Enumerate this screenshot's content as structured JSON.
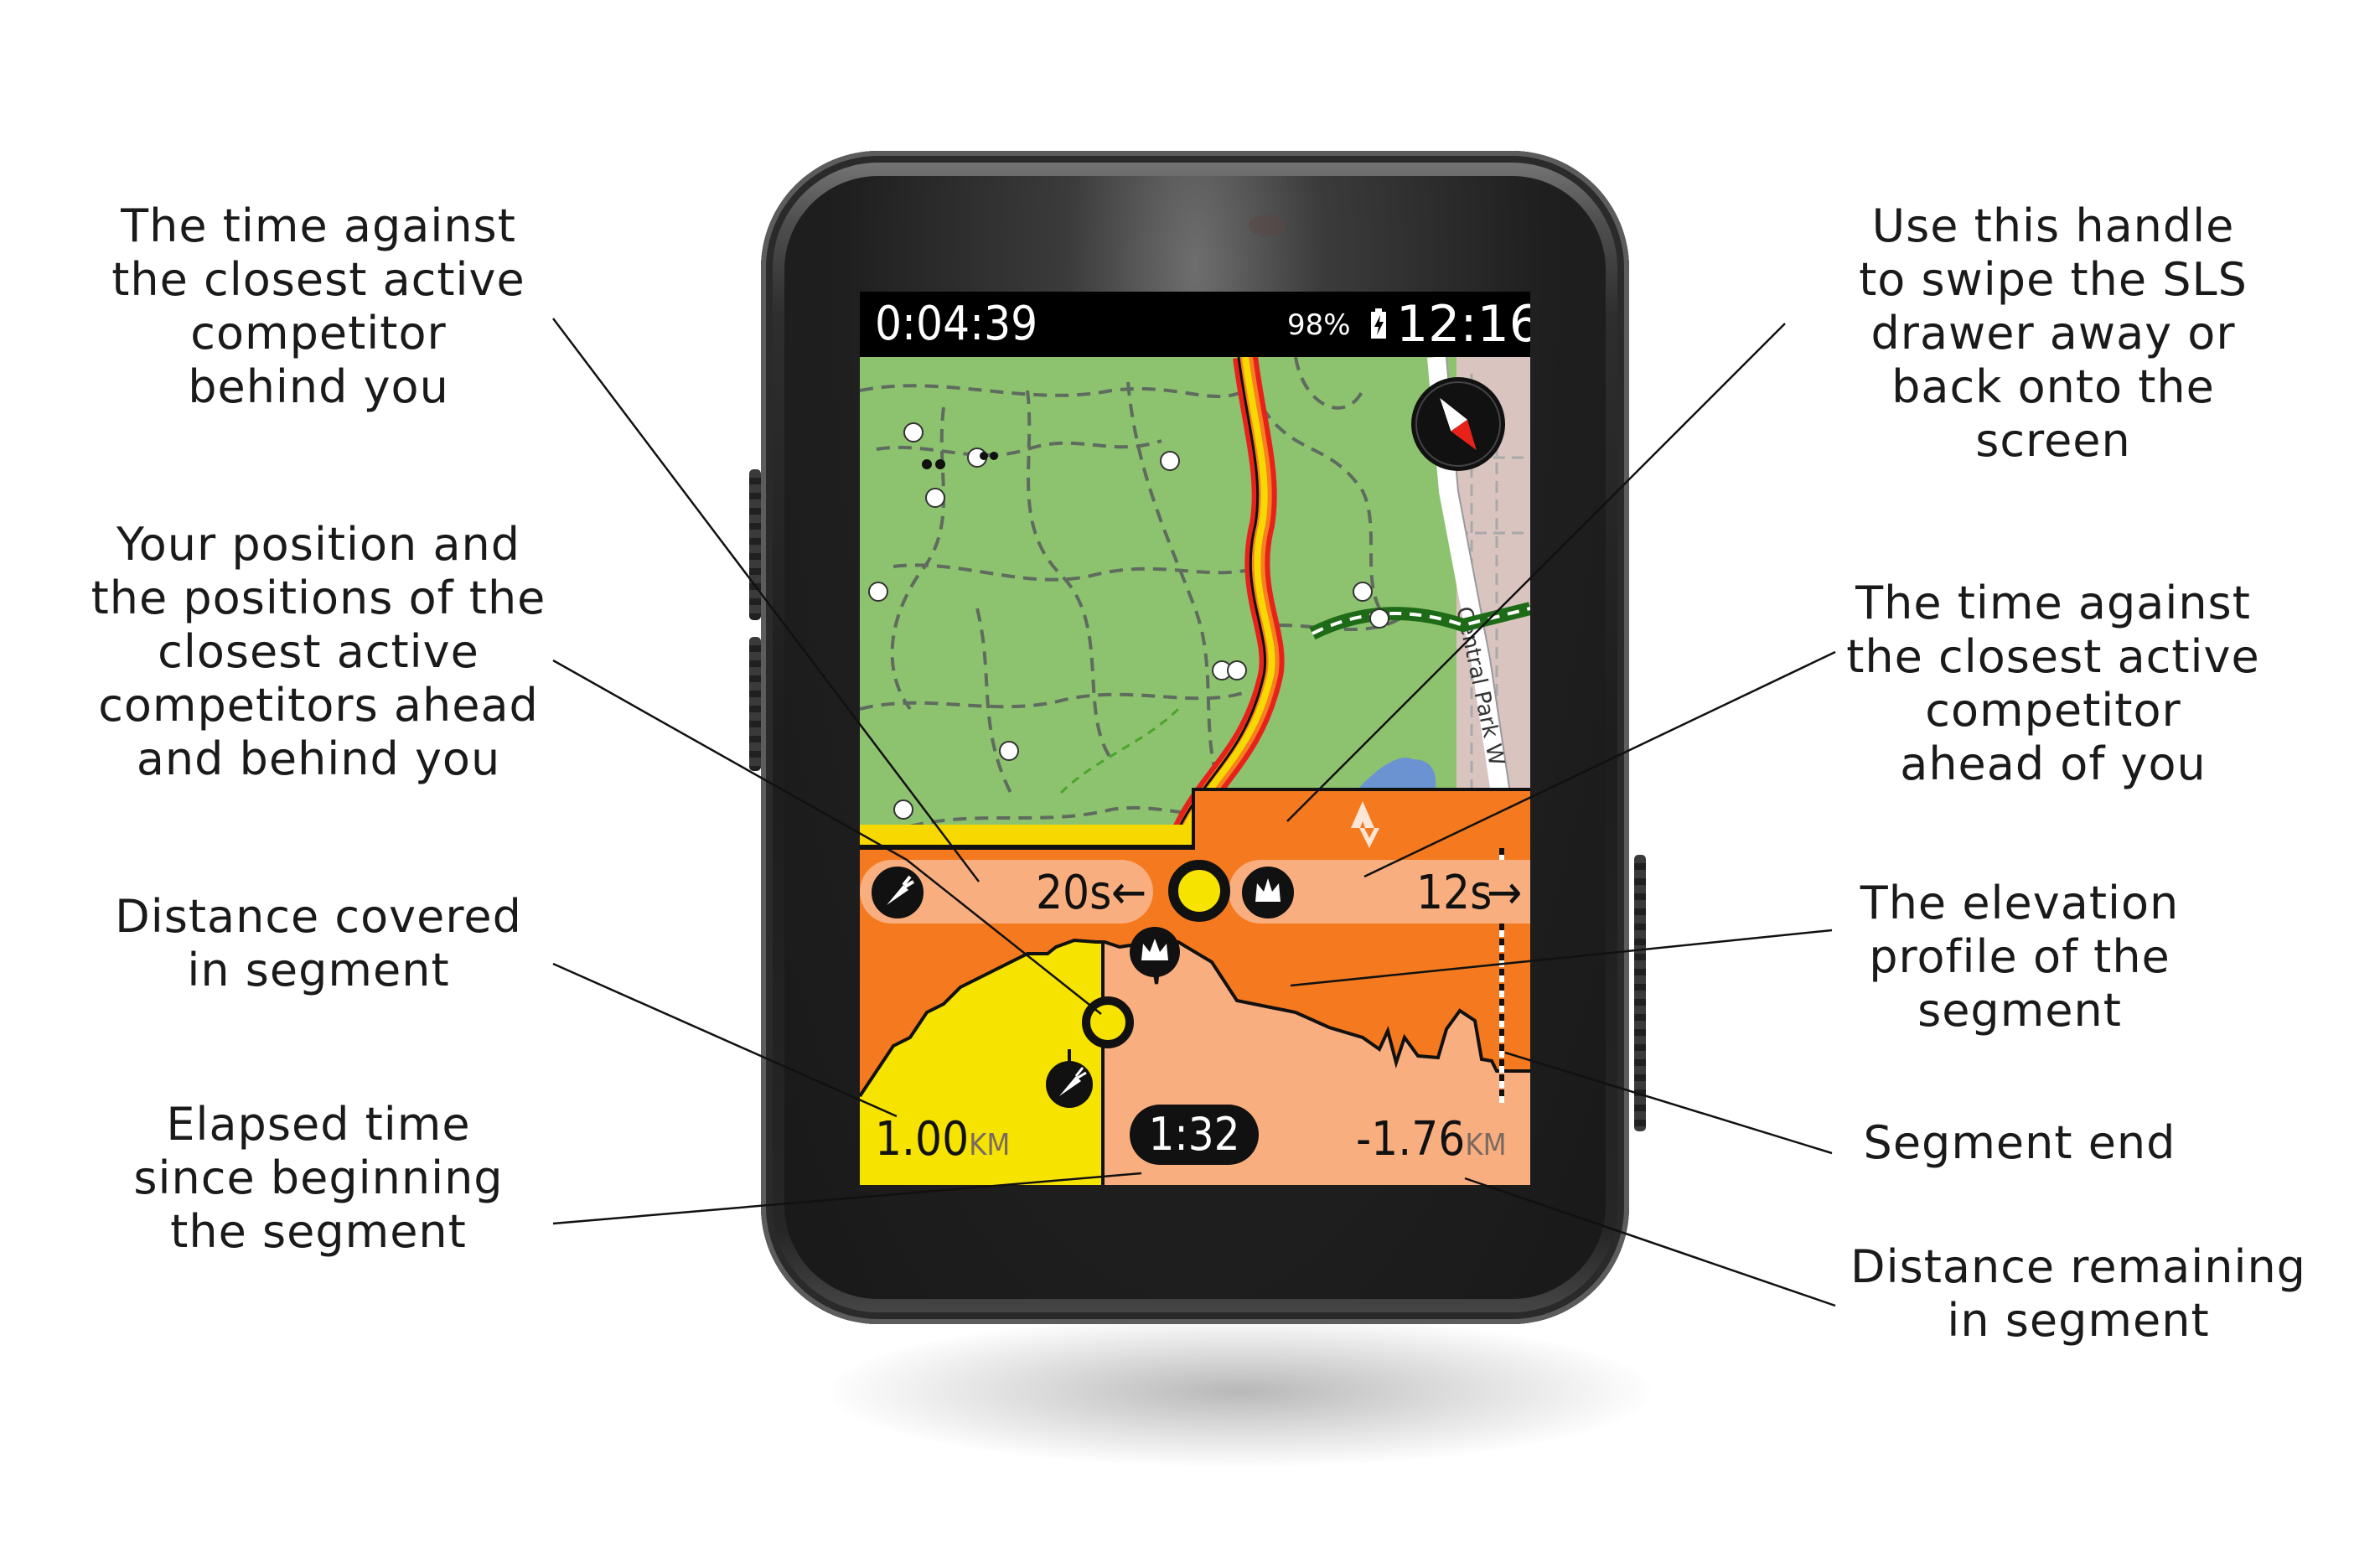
{
  "device": {
    "status_bar": {
      "elapsed": "0:04:39",
      "battery": "98%",
      "clock": "12:16"
    },
    "map": {
      "street_label": "Central Park W",
      "icons": [
        "compass-icon",
        "trail-marker-icon",
        "restroom-icon"
      ]
    },
    "sls": {
      "behind": {
        "time": "20s",
        "arrow": "←",
        "icon": "carrot-icon"
      },
      "ahead": {
        "time": "12s",
        "arrow": "→",
        "icon": "crown-icon"
      },
      "handle_icon": "strava-logo-icon",
      "distance_covered": {
        "value": "1.00",
        "unit": "KM"
      },
      "segment_time": "1:32",
      "distance_remaining": {
        "value": "-1.76",
        "unit": "KM"
      }
    }
  },
  "callouts": {
    "behind_time": "The time against\nthe closest active\ncompetitor\nbehind you",
    "positions": "Your position and\nthe positions of the\nclosest active\ncompetitors ahead\nand behind you",
    "distance_covered": "Distance covered\nin segment",
    "elapsed_time": "Elapsed time\nsince beginning\nthe segment",
    "handle": "Use this handle\nto swipe the SLS\ndrawer away or\nback onto the\nscreen",
    "ahead_time": "The time against\nthe closest active\ncompetitor\nahead of you",
    "elevation_profile": "The elevation\nprofile of the\nsegment",
    "segment_end": "Segment end",
    "distance_remaining": "Distance remaining\nin segment"
  },
  "colors": {
    "map_green": "#8dc26f",
    "route_red": "#e8221a",
    "route_orange": "#f5821f",
    "route_yellow": "#f7d800",
    "sls_orange": "#f4791f",
    "sls_light": "#f9ae7f",
    "segment_yellow": "#f7e300",
    "water_blue": "#6b93d1"
  }
}
